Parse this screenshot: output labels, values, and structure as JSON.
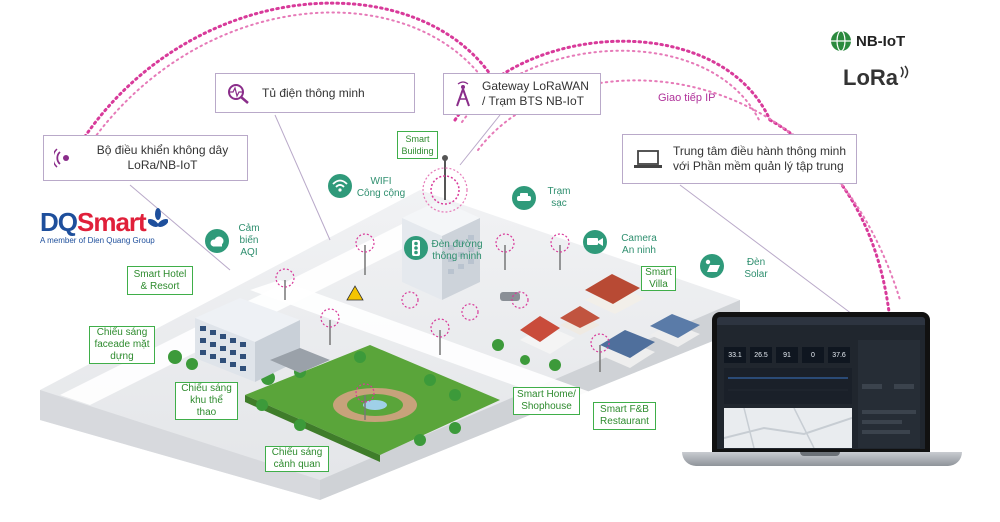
{
  "brand": {
    "name_dq": "DQ",
    "name_smart": "Smart",
    "tagline": "A member of Dien Quang Group"
  },
  "protocols": {
    "nbiot": "NB-IoT",
    "lora": "LoRa"
  },
  "callouts": {
    "cabinet": "Tủ điện thông minh",
    "gateway_line1": "Gateway LoRaWAN",
    "gateway_line2": "/ Trạm BTS NB-IoT",
    "controller_line1": "Bộ điều khiển không dây",
    "controller_line2": "LoRa/NB-IoT",
    "control_center_line1": "Trung tâm điều hành thông minh",
    "control_center_line2": "với Phần mềm quản lý tập trung",
    "ip_link": "Giao tiếp IP"
  },
  "features": {
    "smart_building_1": "Smart",
    "smart_building_2": "Building",
    "wifi_1": "WIFI",
    "wifi_2": "Công cộng",
    "charging_1": "Trạm",
    "charging_2": "sạc",
    "aqi_1": "Cảm",
    "aqi_2": "biến",
    "aqi_3": "AQI",
    "traffic_light_1": "Đèn đường",
    "traffic_light_2": "thông minh",
    "camera_1": "Camera",
    "camera_2": "An ninh",
    "solar_1": "Đèn",
    "solar_2": "Solar",
    "hotel_1": "Smart Hotel",
    "hotel_2": "& Resort",
    "villa_1": "Smart",
    "villa_2": "Villa",
    "facade_1": "Chiếu sáng",
    "facade_2": "faceade mặt",
    "facade_3": "dựng",
    "sport_1": "Chiếu sáng",
    "sport_2": "khu thể",
    "sport_3": "thao",
    "landscape_1": "Chiếu sáng",
    "landscape_2": "cảnh quan",
    "home_1": "Smart Home/",
    "home_2": "Shophouse",
    "fnb_1": "Smart F&B",
    "fnb_2": "Restaurant"
  },
  "dashboard": {
    "kpis": [
      "33.1",
      "26.5",
      "91",
      "0",
      "37.6"
    ]
  },
  "colors": {
    "accent_magenta": "#c2187a",
    "brand_blue": "#1e4f9c",
    "brand_red": "#e0203a",
    "feature_green": "#3fae49",
    "teal": "#2f9a7a"
  }
}
